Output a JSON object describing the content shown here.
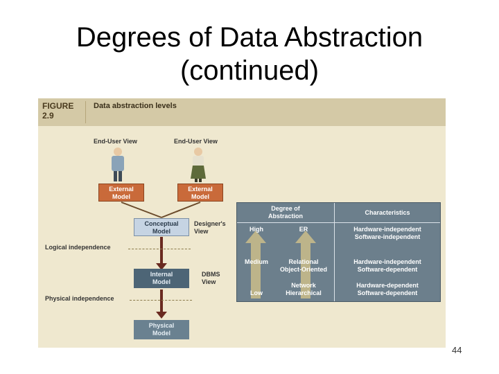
{
  "slide": {
    "title_line1": "Degrees of Data Abstraction",
    "title_line2": "(continued)",
    "page_number": "44"
  },
  "figure": {
    "label_word": "FIGURE",
    "label_number": "2.9",
    "caption": "Data abstraction levels",
    "end_user_views": [
      "End-User View",
      "End-User View"
    ],
    "external_models": [
      {
        "line1": "External",
        "line2": "Model"
      },
      {
        "line1": "External",
        "line2": "Model"
      }
    ],
    "conceptual_model": {
      "line1": "Conceptual",
      "line2": "Model"
    },
    "designers_view": {
      "line1": "Designer's",
      "line2": "View"
    },
    "logical_independence": "Logical independence",
    "internal_model": {
      "line1": "Internal",
      "line2": "Model"
    },
    "dbms_view": {
      "line1": "DBMS",
      "line2": "View"
    },
    "physical_independence": "Physical independence",
    "physical_model": {
      "line1": "Physical",
      "line2": "Model"
    },
    "colors": {
      "background": "#efe8cf",
      "header": "#d4c9a6",
      "external_model": "#c96a3a",
      "conceptual_model": "#c6d4e3",
      "internal_model": "#4d6576",
      "table": "#6c7f8c"
    }
  },
  "table": {
    "header_degree_line1": "Degree of",
    "header_degree_line2": "Abstraction",
    "header_characteristics": "Characteristics",
    "levels": [
      "High",
      "Medium",
      "Low"
    ],
    "models": [
      {
        "line1": "ER",
        "line2": ""
      },
      {
        "line1": "Relational",
        "line2": "Object-Oriented"
      },
      {
        "line1": "Network",
        "line2": "Hierarchical"
      }
    ],
    "characteristics": [
      {
        "line1": "Hardware-independent",
        "line2": "Software-independent"
      },
      {
        "line1": "Hardware-independent",
        "line2": "Software-dependent"
      },
      {
        "line1": "Hardware-dependent",
        "line2": "Software-dependent"
      }
    ]
  }
}
